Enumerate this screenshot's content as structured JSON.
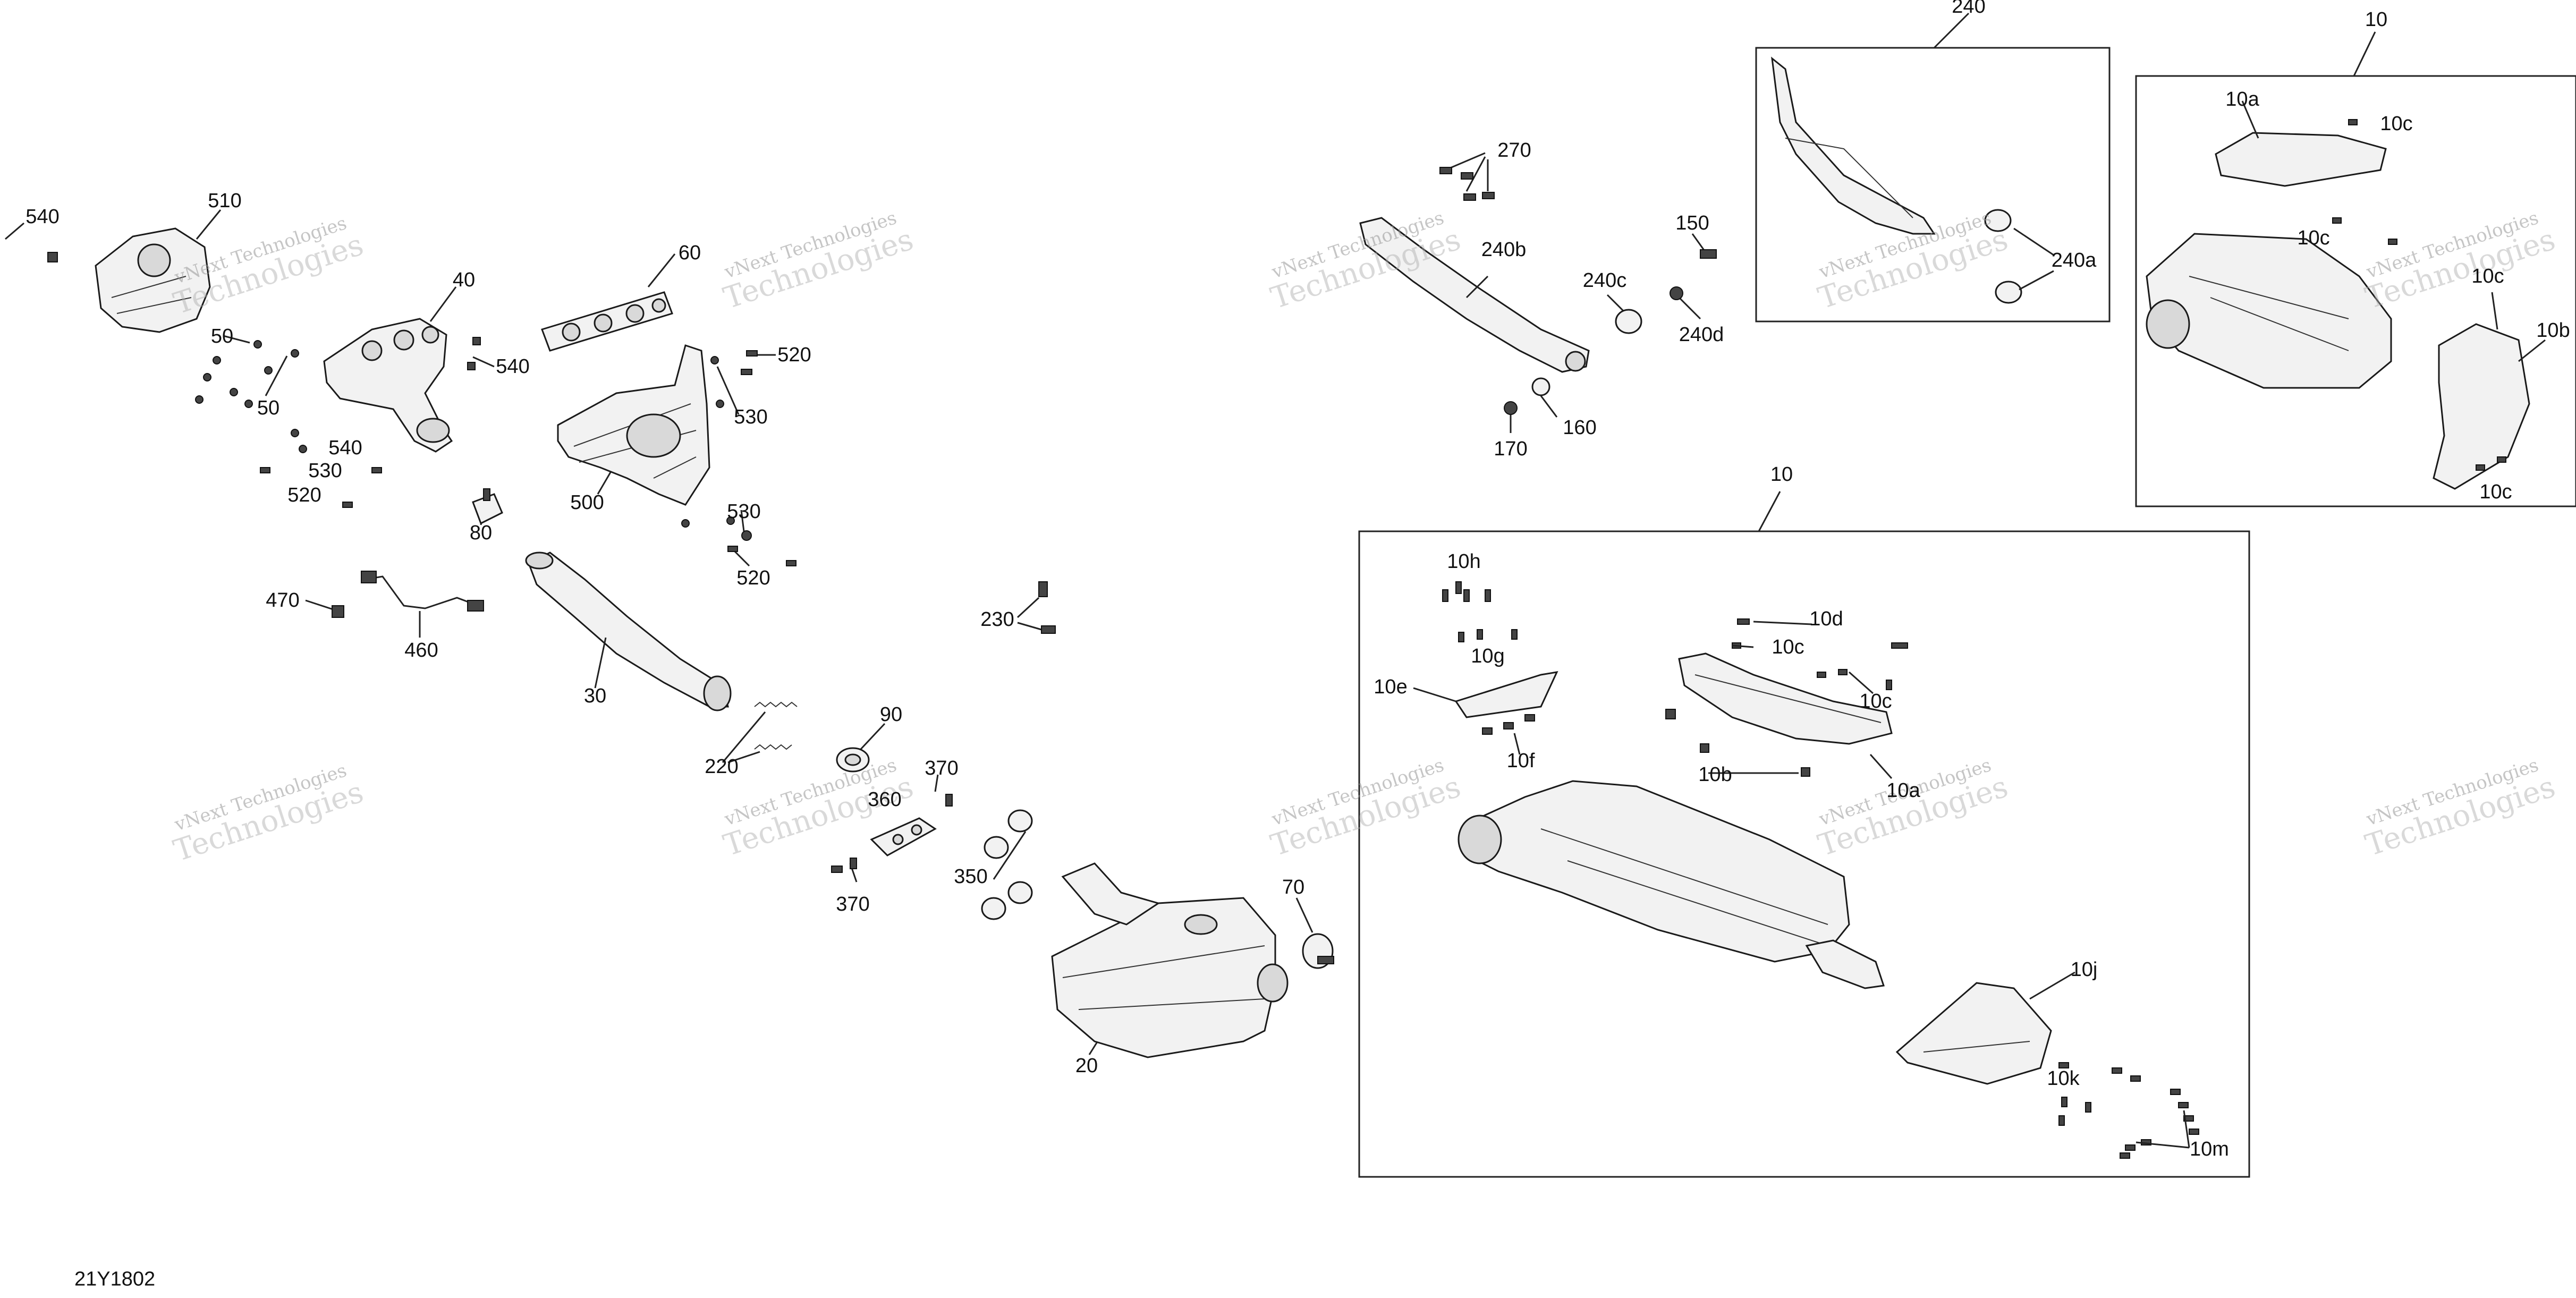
{
  "diagram_code": "21Y1802",
  "watermark": {
    "line1": "vNext Technologies",
    "line2": "Technologies"
  },
  "labels": {
    "p540a": "540",
    "p510": "510",
    "p50a": "50",
    "p50b": "50",
    "p40": "40",
    "p60": "60",
    "p540b": "540",
    "p520a": "520",
    "p530a": "530",
    "p540c": "540",
    "p530b": "530",
    "p520b": "520",
    "p500": "500",
    "p80": "80",
    "p530c": "530",
    "p520c": "520",
    "p470": "470",
    "p460": "460",
    "p30": "30",
    "p230": "230",
    "p90": "90",
    "p220": "220",
    "p370a": "370",
    "p360": "360",
    "p350": "350",
    "p370b": "370",
    "p70": "70",
    "p20": "20",
    "p270": "270",
    "p240b": "240b",
    "p150": "150",
    "p240c": "240c",
    "p240d": "240d",
    "p170": "170",
    "p160": "160",
    "p240": "240",
    "p240a": "240a",
    "p10top": "10",
    "p10a_top": "10a",
    "p10c_t1": "10c",
    "p10c_t2": "10c",
    "p10c_t3": "10c",
    "p10b_top": "10b",
    "p10c_t4": "10c",
    "p10main": "10",
    "p10h": "10h",
    "p10g": "10g",
    "p10e": "10e",
    "p10f": "10f",
    "p10d": "10d",
    "p10c_m1": "10c",
    "p10c_m2": "10c",
    "p10b_m": "10b",
    "p10a_m": "10a",
    "p10j": "10j",
    "p10k": "10k",
    "p10m": "10m"
  }
}
